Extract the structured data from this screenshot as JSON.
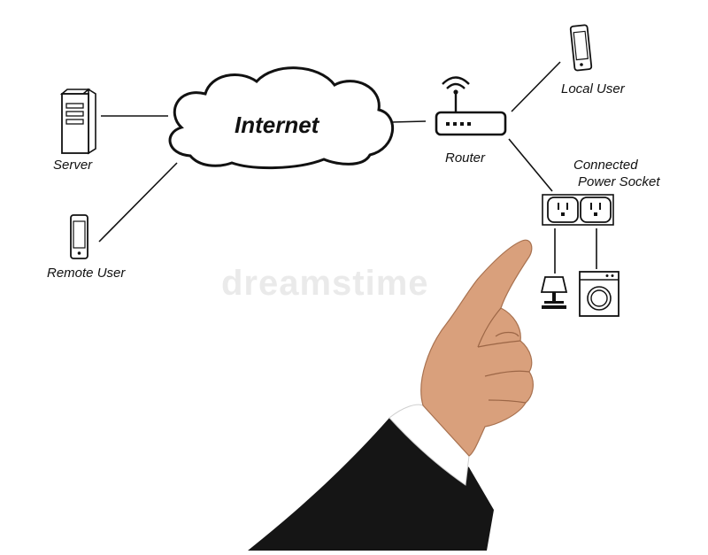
{
  "diagram": {
    "cloud_label": "Internet",
    "nodes": {
      "server": "Server",
      "remote_user": "Remote User",
      "router": "Router",
      "local_user": "Local User",
      "socket_line1": "Connected",
      "socket_line2": "Power Socket"
    }
  },
  "watermark": "dreamstime",
  "colors": {
    "stroke": "#111111",
    "background": "#ffffff",
    "suit": "#151515",
    "skin": "#d9a07c"
  },
  "icons": [
    "server-icon",
    "phone-icon",
    "router-icon",
    "power-socket-icon",
    "lamp-icon",
    "washing-machine-icon",
    "pointing-hand"
  ]
}
